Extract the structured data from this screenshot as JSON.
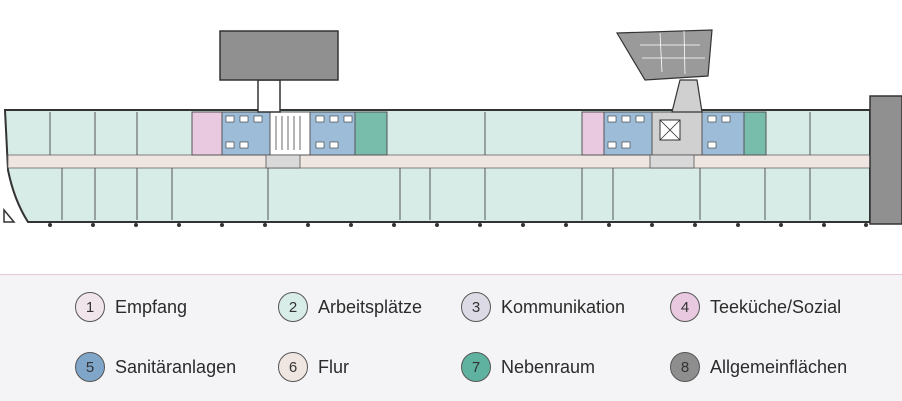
{
  "colors": {
    "arbeitsplatz": "#d7ebe7",
    "flur": "#efe5e1",
    "sanitaer": "#9cbcd8",
    "nebenraum": "#78bcab",
    "teekueche": "#e8c9df",
    "allgemein": "#909090",
    "wall": "#333333"
  },
  "legend": [
    {
      "number": "1",
      "label": "Empfang",
      "color": "#f1e5ec"
    },
    {
      "number": "2",
      "label": "Arbeitsplätze",
      "color": "#d8ece8"
    },
    {
      "number": "3",
      "label": "Kommunikation",
      "color": "#dcdae5"
    },
    {
      "number": "4",
      "label": "Teeküche/Sozial",
      "color": "#e8c9df"
    },
    {
      "number": "5",
      "label": "Sanitäranlagen",
      "color": "#7fa5c9"
    },
    {
      "number": "6",
      "label": "Flur",
      "color": "#efe5e1"
    },
    {
      "number": "7",
      "label": "Nebenraum",
      "color": "#5fb2a0"
    },
    {
      "number": "8",
      "label": "Allgemeinflächen",
      "color": "#8e8e8e"
    }
  ]
}
